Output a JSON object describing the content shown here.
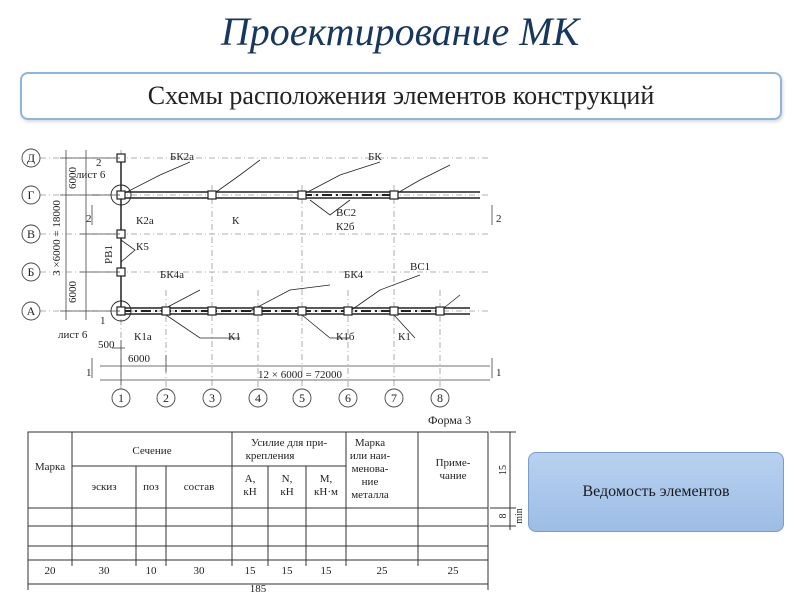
{
  "title": "Проектирование МК",
  "subtitle": "Схемы расположения элементов конструкций",
  "plan": {
    "axis_letters": [
      "Д",
      "Г",
      "В",
      "Б",
      "А"
    ],
    "axis_numbers": [
      "1",
      "2",
      "3",
      "4",
      "5",
      "6",
      "7",
      "8"
    ],
    "labels": {
      "bk2a": "БК2а",
      "bk": "БК",
      "k2a": "К2а",
      "k": "К",
      "vs2": "ВС2",
      "k2b": "К2б",
      "k5": "К5",
      "rv1": "РВ1",
      "bk4a": "БК4а",
      "bk4": "БК4",
      "vs1": "ВС1",
      "k1a": "К1а",
      "k1_left": "К1",
      "k1b": "К1б",
      "k1_right": "К1"
    },
    "dimensions": {
      "d6000_top": "6000",
      "d6000_bottom": "6000",
      "d_vertical_total": "3 ×6000 = 18000",
      "d500": "500",
      "d6000_span": "6000",
      "d_horizontal_total": "12 × 6000 = 72000"
    },
    "sheet_refs": {
      "top_num": "2",
      "top_sheet": "лист 6",
      "bottom_num": "1",
      "bottom_sheet": "лист 6"
    },
    "section_marks": {
      "left_2": "2",
      "right_2": "2",
      "left_1": "1",
      "right_1": "1"
    }
  },
  "table": {
    "form_label": "Форма 3",
    "headers": {
      "marka": "Марка",
      "sechenie": "Сечение",
      "eskiz": "эскиз",
      "poz": "поз",
      "sostav": "состав",
      "usilie_1": "Усилие для при-",
      "usilie_2": "крепления",
      "a_1": "А,",
      "a_2": "кН",
      "n_1": "N,",
      "n_2": "кН",
      "m_1": "М,",
      "m_2": "кН·м",
      "marka_met_1": "Марка",
      "marka_met_2": "или наи-",
      "marka_met_3": "менова-",
      "marka_met_4": "ние",
      "marka_met_5": "металла",
      "prim_1": "Приме-",
      "prim_2": "чание"
    },
    "column_widths": [
      "20",
      "30",
      "10",
      "30",
      "15",
      "15",
      "15",
      "25",
      "25"
    ],
    "total_width": "185",
    "row_dims": {
      "header": "15",
      "row": "8",
      "min": "min"
    }
  },
  "side_button": {
    "label": "Ведомость элементов"
  }
}
